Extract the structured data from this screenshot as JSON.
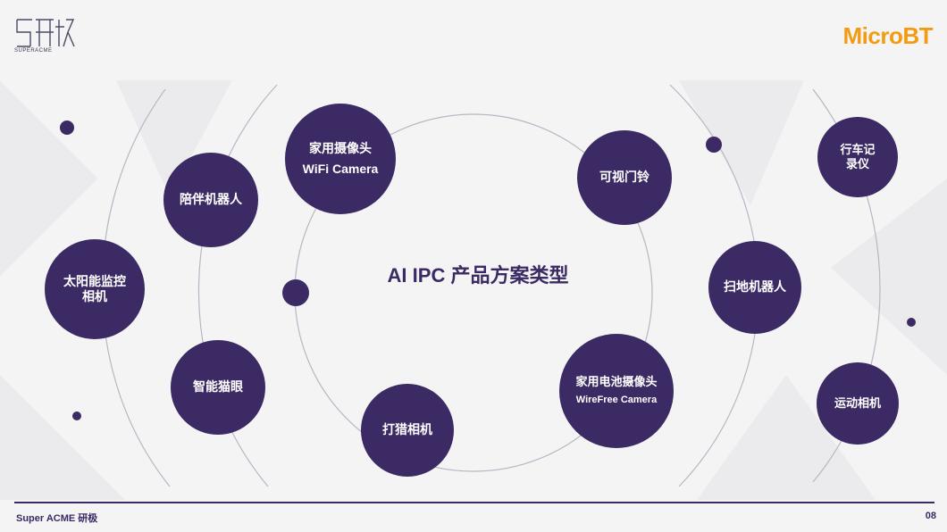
{
  "header": {
    "left_logo_cn": "研极",
    "left_logo_en": "SUPERACME",
    "right_logo": "MicroBT",
    "right_logo_color": "#f39c12",
    "right_logo_accent_color": "#1f6fd1"
  },
  "title": "AI  IPC 产品方案类型",
  "products": [
    {
      "line1": "家用摄像头",
      "line2": "WiFi Camera"
    },
    {
      "line1": "可视门铃",
      "line2": ""
    },
    {
      "line1": "陪伴机器人",
      "line2": ""
    },
    {
      "line1": "太阳能监控",
      "line2": "相机"
    },
    {
      "line1": "智能猫眼",
      "line2": ""
    },
    {
      "line1": "打猎相机",
      "line2": ""
    },
    {
      "line1": "家用电池摄像头",
      "line2": "WireFree Camera"
    },
    {
      "line1": "扫地机器人",
      "line2": ""
    },
    {
      "line1": "行车记",
      "line2": "录仪"
    },
    {
      "line1": "运动相机",
      "line2": ""
    }
  ],
  "footer": {
    "left": "Super ACME 研极",
    "page": "08"
  },
  "colors": {
    "circle": "#3b2a63",
    "accent": "#3b2a63",
    "background": "#f4f4f5"
  }
}
